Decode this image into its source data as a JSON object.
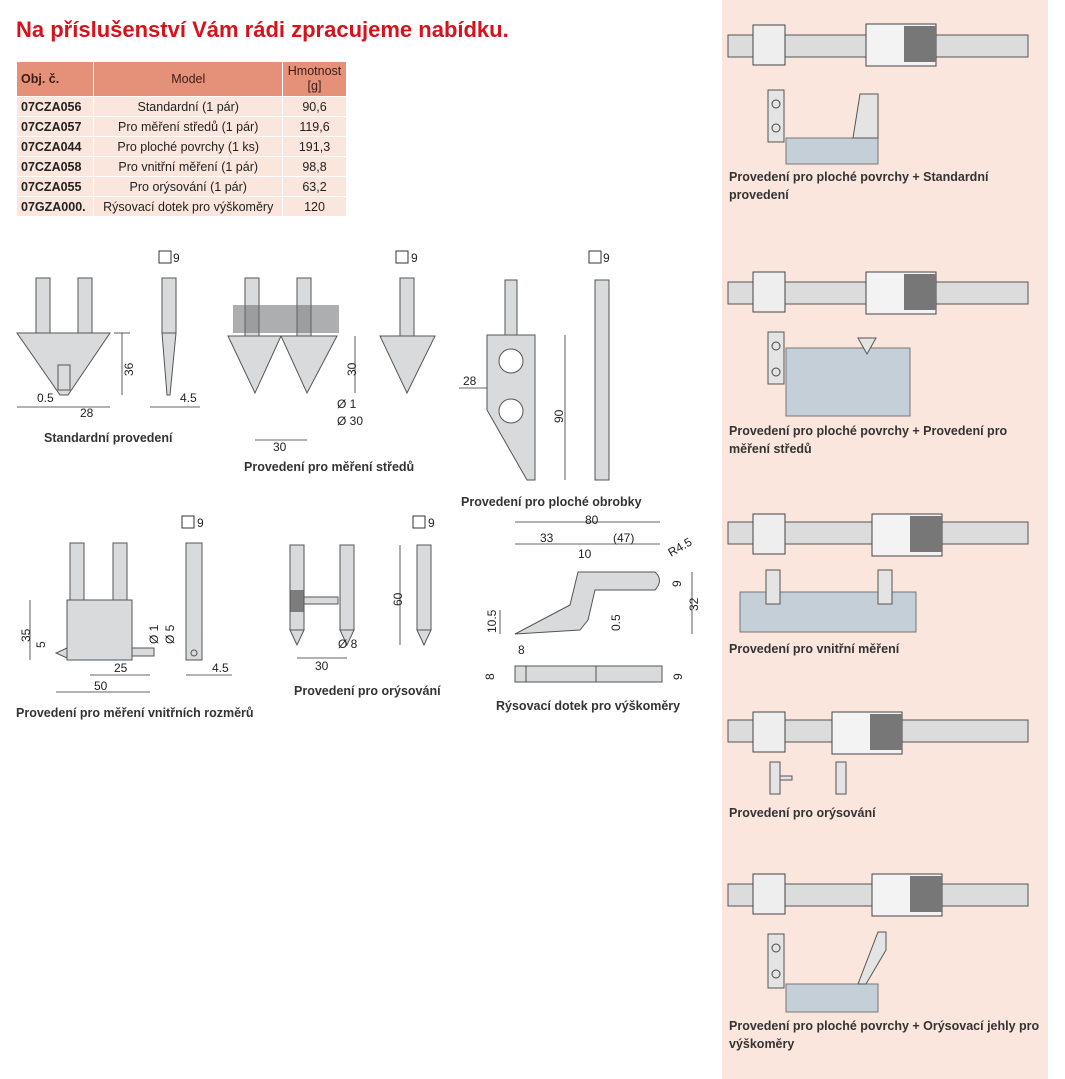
{
  "headline": "Na příslušenství Vám rádi zpracujeme nabídku.",
  "table": {
    "headers": [
      "Obj. č.",
      "Model",
      "Hmotnost [g]"
    ],
    "rows": [
      [
        "07CZA056",
        "Standardní (1 pár)",
        "90,6"
      ],
      [
        "07CZA057",
        "Pro měření středů (1 pár)",
        "119,6"
      ],
      [
        "07CZA044",
        "Pro ploché povrchy (1 ks)",
        "191,3"
      ],
      [
        "07CZA058",
        "Pro vnitřní měření (1 pár)",
        "98,8"
      ],
      [
        "07CZA055",
        "Pro orýsování (1 pár)",
        "63,2"
      ],
      [
        "07GZA000.",
        "Rýsovací dotek pro výškoměry",
        "120"
      ]
    ]
  },
  "diagrams": {
    "standard": {
      "caption": "Standardní provedení",
      "dims": {
        "sq": "9",
        "height": "36",
        "tip": "0.5",
        "width": "28",
        "thick": "4.5"
      }
    },
    "center": {
      "caption": "Provedení pro měření středů",
      "dims": {
        "sq": "9",
        "height": "30",
        "d1": "Ø 1",
        "d30": "Ø 30",
        "width": "30"
      }
    },
    "flat": {
      "caption": "Provedení pro ploché obrobky",
      "dims": {
        "sq": "9",
        "width": "28",
        "height": "90"
      }
    },
    "inner": {
      "caption": "Provedení pro měření vnitřních rozměrů",
      "dims": {
        "sq": "9",
        "h35": "35",
        "h5": "5",
        "d1": "Ø 1",
        "d5": "Ø 5",
        "w25": "25",
        "w50": "50",
        "thick": "4.5"
      }
    },
    "scribe": {
      "caption": "Provedení pro orýsování",
      "dims": {
        "sq": "9",
        "height": "60",
        "d8": "Ø 8",
        "width": "30"
      }
    },
    "scriber": {
      "caption": "Rýsovací dotek pro výškoměry",
      "dims": {
        "l80": "80",
        "l33": "33",
        "l47": "(47)",
        "l10": "10",
        "r45": "R4.5",
        "h9": "9",
        "h32": "32",
        "h105": "10.5",
        "h05": "0.5",
        "w8": "8",
        "t8": "8",
        "t9": "9"
      }
    }
  },
  "right_panel": {
    "captions": [
      "Provedení pro ploché povrchy + Standardní provedení",
      "Provedení pro ploché povrchy + Provedení pro měření středů",
      "Provedení pro vnitřní měření",
      "Provedení pro orýsování",
      "Provedení pro ploché povrchy + Orýsovací jehly pro výškoměry"
    ]
  }
}
